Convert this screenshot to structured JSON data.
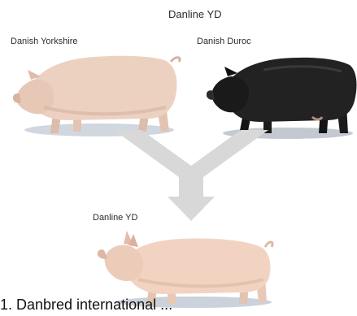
{
  "figure": {
    "title": "Danline YD",
    "parent_left": {
      "label": "Danish Yorkshire",
      "image": "danish-yorkshire-pig",
      "color": "#e9cdbd"
    },
    "parent_right": {
      "label": "Danish Duroc",
      "image": "danish-duroc-pig",
      "color": "#1c1c1c"
    },
    "offspring": {
      "label": "Danline YD",
      "image": "danline-yd-pig",
      "color": "#f0cdb9"
    },
    "arrow_color": "#d6d6d6",
    "caption": "1. Danbred international ..."
  }
}
